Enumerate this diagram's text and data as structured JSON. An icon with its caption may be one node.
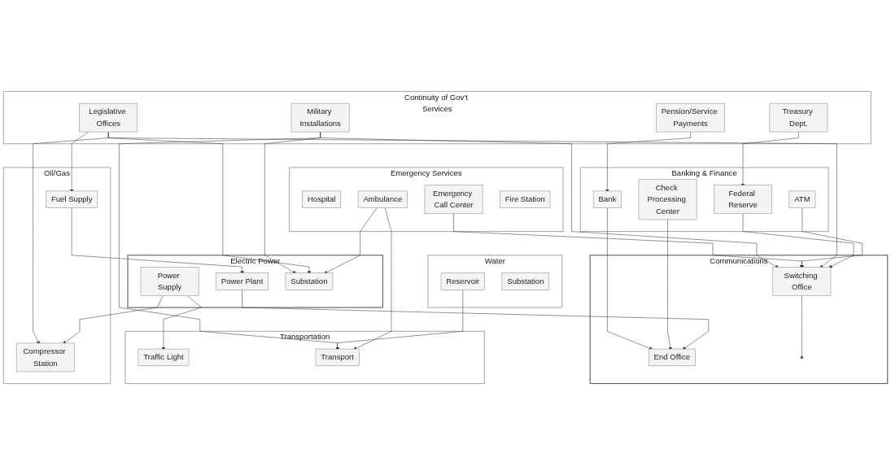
{
  "diagram": {
    "nodes": [
      {
        "text": [
          "Oil/Gas"
        ]
      },
      {
        "text": [
          "Fuel Supply"
        ],
        "in": 0
      },
      {
        "text": [
          "Compressor Station"
        ],
        "in": 0
      },
      {
        "text": [
          "Electric Power"
        ]
      },
      {
        "text": [
          "Power Plant"
        ],
        "in": 3
      },
      {
        "text": [
          "Power Supply"
        ],
        "in": 3
      },
      {
        "text": [
          "Substation"
        ],
        "in": 3
      },
      {
        "text": [
          "Communications"
        ]
      },
      {
        "text": [
          "End Office"
        ],
        "in": 7
      },
      {
        "text": [
          "Switching Office"
        ],
        "in": 7
      },
      {
        "text": [],
        "shape": "circle",
        "in": 7
      },
      {
        "text": [
          "Transportation"
        ]
      },
      {
        "text": [
          "Traffic Light"
        ],
        "in": 11
      },
      {
        "text": [
          "Transport"
        ],
        "in": 11
      },
      {
        "text": [
          "Water"
        ]
      },
      {
        "text": [
          "Reservoir"
        ],
        "in": 14
      },
      {
        "text": [
          "Substation"
        ],
        "in": 14
      },
      {
        "text": [
          "Emergency Services"
        ]
      },
      {
        "text": [
          "Hospital"
        ],
        "in": 17
      },
      {
        "text": [
          "Emergency Call Center"
        ],
        "in": 17
      },
      {
        "text": [
          "Ambulance"
        ],
        "in": 17
      },
      {
        "text": [
          "Fire Station"
        ],
        "in": 17
      },
      {
        "text": [
          "Banking & Finance"
        ]
      },
      {
        "text": [
          "ATM"
        ],
        "in": 22
      },
      {
        "text": [
          "Bank"
        ],
        "in": 22
      },
      {
        "text": [
          "Check Processing Center"
        ],
        "in": 22
      },
      {
        "text": [
          "Federal Reserve"
        ],
        "in": 22
      },
      {
        "text": [
          "Continuity of Gov't Services"
        ]
      },
      {
        "text": [
          "Pension/Service Payments"
        ],
        "in": 27
      },
      {
        "text": [
          "Military Installations"
        ],
        "in": 27
      },
      {
        "text": [
          "Legislative Offices"
        ],
        "in": 27
      },
      {
        "text": [
          "Treasury Dept."
        ],
        "in": 27
      }
    ],
    "edges": [
      {
        "from": 1,
        "to": 4,
        "arrow": "to"
      },
      {
        "from": 5,
        "to": 2,
        "arrow": "to"
      },
      {
        "from": 4,
        "to": 8,
        "arrow": "to"
      },
      {
        "from": 5,
        "to": 12,
        "arrow": "to"
      },
      {
        "from": 9,
        "to": 10,
        "arrow": "none"
      },
      {
        "from": 30,
        "to": 1,
        "arrow": "to"
      },
      {
        "from": 30,
        "to": 2,
        "arrow": "to"
      },
      {
        "from": 23,
        "to": 9,
        "arrow": "to"
      },
      {
        "from": 26,
        "to": 9,
        "arrow": "to"
      },
      {
        "from": 30,
        "to": 9,
        "arrow": "to"
      },
      {
        "from": 29,
        "to": 9,
        "arrow": "to"
      },
      {
        "from": 19,
        "to": 9,
        "arrow": "to"
      },
      {
        "from": 25,
        "to": 8,
        "arrow": "to"
      },
      {
        "from": 24,
        "to": 8,
        "arrow": "to"
      },
      {
        "from": 28,
        "to": 24,
        "arrow": "to"
      },
      {
        "from": 31,
        "to": 26,
        "arrow": "to"
      },
      {
        "from": 15,
        "to": 13,
        "arrow": "to"
      },
      {
        "from": 20,
        "to": 13,
        "arrow": "to"
      },
      {
        "from": 20,
        "to": 6,
        "arrow": "to"
      },
      {
        "from": 29,
        "to": 6,
        "arrow": "to"
      },
      {
        "from": 29,
        "to": 13,
        "arrow": "to"
      },
      {
        "from": 30,
        "to": 6,
        "arrow": "to"
      }
    ]
  }
}
